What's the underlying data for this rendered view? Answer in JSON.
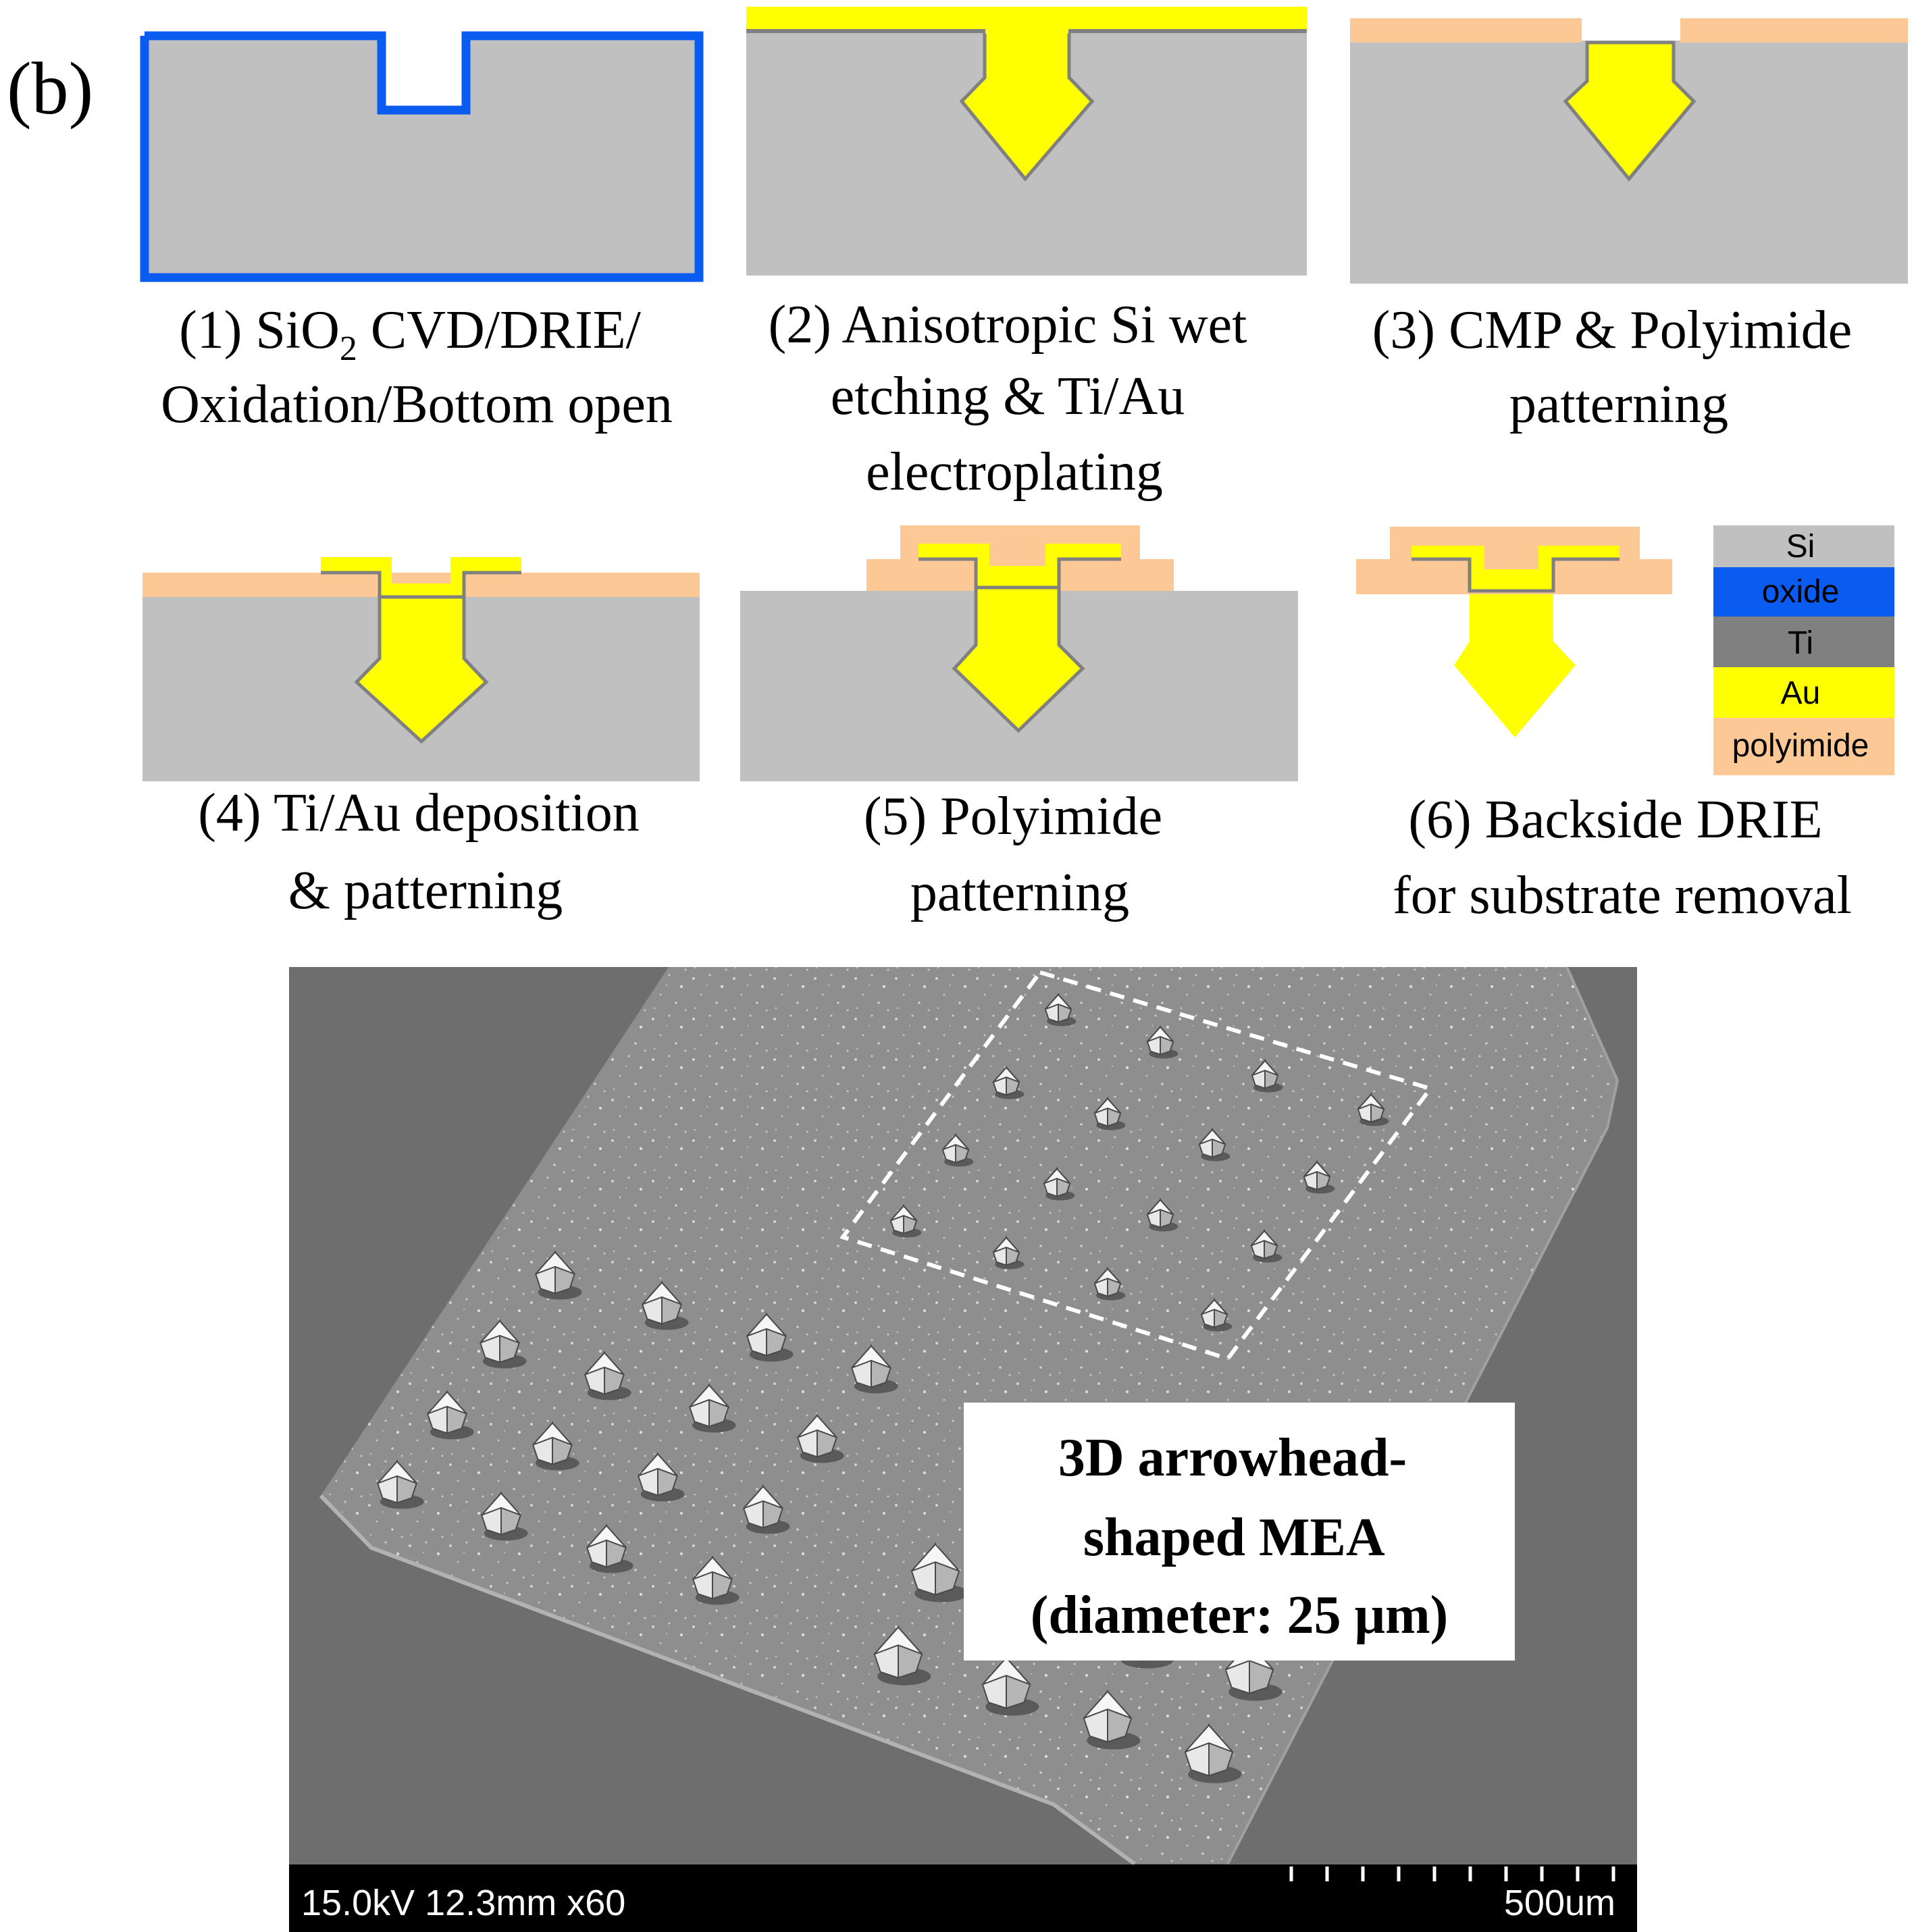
{
  "panel_label": "(b)",
  "steps": [
    {
      "lines": [
        "(1) SiO",
        "2",
        " CVD/DRIE/",
        "Oxidation/Bottom open"
      ]
    },
    {
      "lines": [
        "(2) Anisotropic Si wet",
        "etching & Ti/Au",
        "electroplating"
      ]
    },
    {
      "lines": [
        "(3) CMP & Polyimide",
        "patterning"
      ]
    },
    {
      "lines": [
        "(4) Ti/Au deposition",
        "& patterning"
      ]
    },
    {
      "lines": [
        "(5) Polyimide",
        "patterning"
      ]
    },
    {
      "lines": [
        "(6) Backside DRIE",
        "for substrate removal"
      ]
    }
  ],
  "legend": [
    {
      "label": "Si",
      "color": "#c0c0c0"
    },
    {
      "label": "oxide",
      "color": "#0a5cf0"
    },
    {
      "label": "Ti",
      "color": "#808080"
    },
    {
      "label": "Au",
      "color": "#ffff00"
    },
    {
      "label": "polyimide",
      "color": "#fcc996"
    }
  ],
  "sem": {
    "annotation_lines": [
      "3D arrowhead-",
      "shaped MEA",
      "(diameter: 25 μm)"
    ],
    "info_bar": "15.0kV 12.3mm x60",
    "scale_label": "500um"
  }
}
